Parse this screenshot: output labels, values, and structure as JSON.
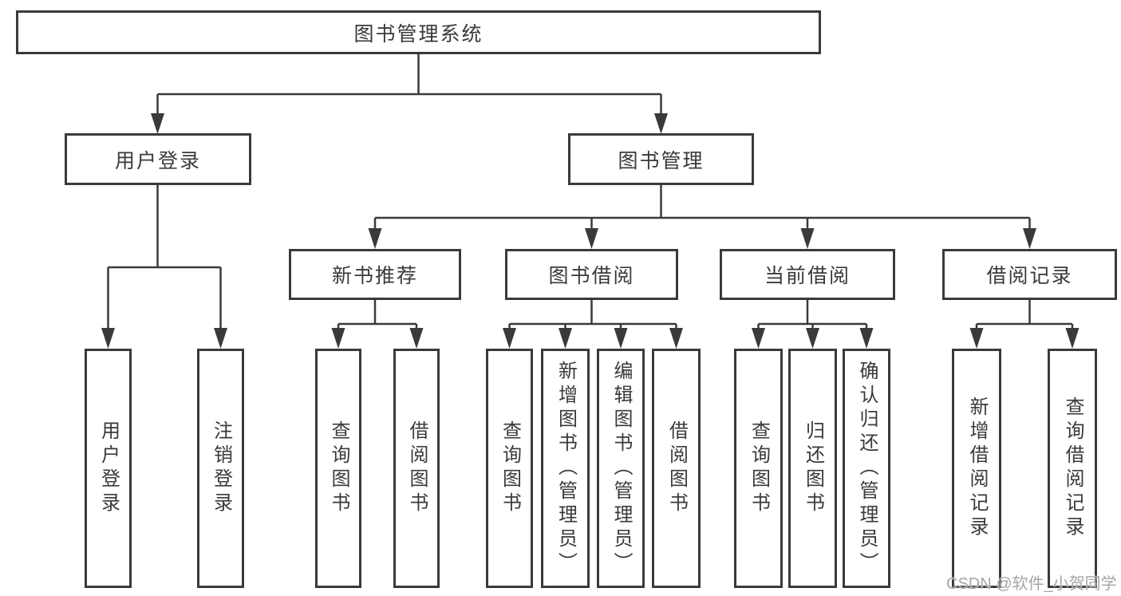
{
  "diagram": {
    "root": {
      "label": "图书管理系统"
    },
    "branches": [
      {
        "label": "用户登录",
        "leaves": [
          {
            "label": "用户登录"
          },
          {
            "label": "注销登录"
          }
        ]
      },
      {
        "label": "图书管理",
        "sections": [
          {
            "label": "新书推荐",
            "leaves": [
              {
                "label": "查询图书"
              },
              {
                "label": "借阅图书"
              }
            ]
          },
          {
            "label": "图书借阅",
            "leaves": [
              {
                "label": "查询图书"
              },
              {
                "label": "新增图书（管理员）"
              },
              {
                "label": "编辑图书（管理员）"
              },
              {
                "label": "借阅图书"
              }
            ]
          },
          {
            "label": "当前借阅",
            "leaves": [
              {
                "label": "查询图书"
              },
              {
                "label": "归还图书"
              },
              {
                "label": "确认归还（管理员）"
              }
            ]
          },
          {
            "label": "借阅记录",
            "leaves": [
              {
                "label": "新增借阅记录"
              },
              {
                "label": "查询借阅记录"
              }
            ]
          }
        ]
      }
    ],
    "watermark": "CSDN @软件_小贺同学",
    "colors": {
      "line": "#3a3a3a",
      "text": "#3a3a3a",
      "watermark_text": "#a6a6a6",
      "background": "#ffffff"
    }
  }
}
